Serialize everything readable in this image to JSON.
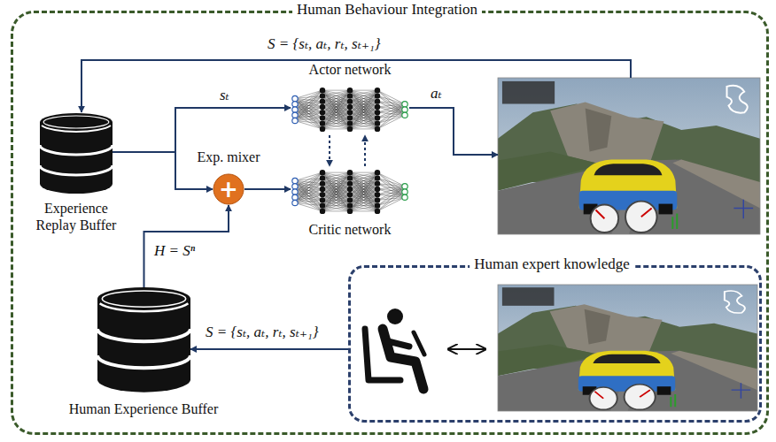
{
  "diagram": {
    "nodes": [
      {
        "text": [
          "Human Behaviour Integration"
        ]
      },
      {
        "text": [
          "Experience Replay Buffer"
        ],
        "in": 0
      },
      {
        "text": [
          "Actor network"
        ],
        "in": 0
      },
      {
        "text": [
          "Critic network"
        ],
        "in": 0
      },
      {
        "text": [
          "Exp. mixer",
          "+"
        ],
        "in": 0
      },
      {
        "text": [
          "Human expert knowledge"
        ],
        "in": 0
      },
      {
        "text": [
          "Human Experience Buffer"
        ],
        "in": 0
      }
    ],
    "edges": [
      {
        "from": 1,
        "to": 2,
        "arrow": "to",
        "label": "sₜ"
      },
      {
        "from": 1,
        "to": 4,
        "arrow": "to"
      },
      {
        "from": 4,
        "to": 3,
        "arrow": "to"
      },
      {
        "from": 2,
        "to": 3,
        "arrow": "to"
      },
      {
        "from": 3,
        "to": 2,
        "arrow": "to"
      },
      {
        "from": 6,
        "to": 4,
        "arrow": "to",
        "label": "H = Sⁿ"
      },
      {
        "from": 5,
        "to": 6,
        "arrow": "to",
        "label": "S = {sₜ, aₜ, rₜ, sₜ₊₁}"
      }
    ],
    "labels": [
      "S = {sₜ, aₜ, rₜ, sₜ₊₁}",
      "aₜ"
    ]
  }
}
